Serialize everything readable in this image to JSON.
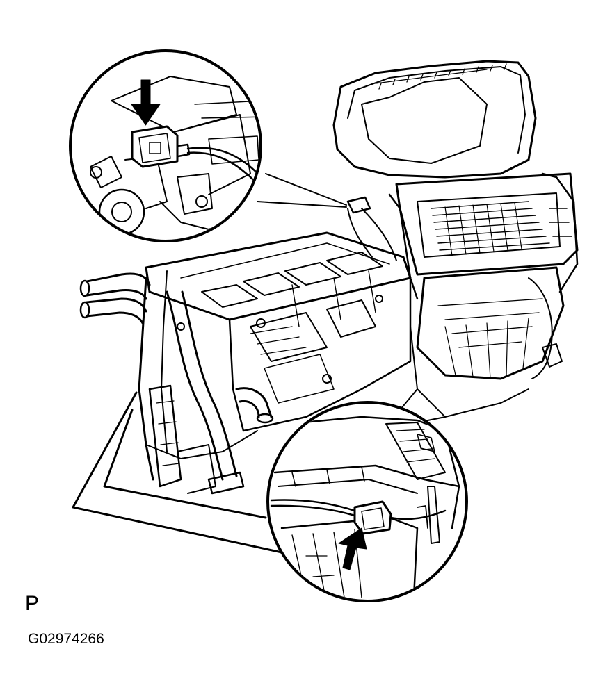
{
  "figure": {
    "view_label": "P",
    "figure_id": "G02974266",
    "colors": {
      "ink": "#000000",
      "paper": "#ffffff"
    }
  },
  "callouts": [
    {
      "name": "upper-detail",
      "arrow": "down-arrow-icon"
    },
    {
      "name": "lower-detail",
      "arrow": "up-arrow-icon"
    }
  ]
}
